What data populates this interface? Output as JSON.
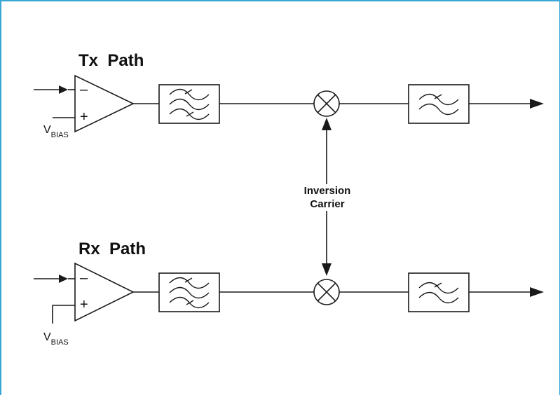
{
  "tx_path": {
    "title": "Tx  Path",
    "opamp_minus": "–",
    "opamp_plus": "+",
    "vbias_main": "V",
    "vbias_sub": "BIAS"
  },
  "rx_path": {
    "title": "Rx  Path",
    "opamp_minus": "–",
    "opamp_plus": "+",
    "vbias_main": "V",
    "vbias_sub": "BIAS"
  },
  "carrier": {
    "line1": "Inversion",
    "line2": "Carrier"
  },
  "colors": {
    "border": "#3aa6d6",
    "stroke": "#1a1a1a"
  }
}
